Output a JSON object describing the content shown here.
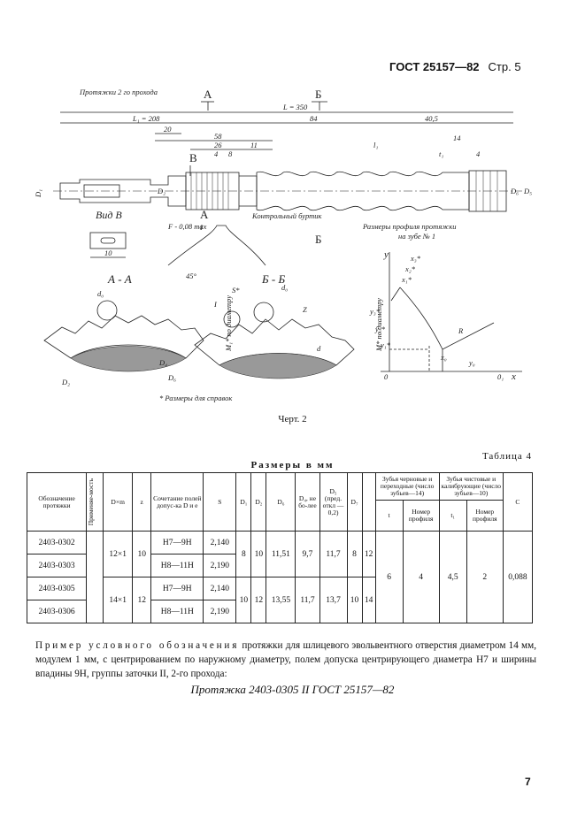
{
  "header": {
    "gost": "ГОСТ 25157—82",
    "page": "Стр. 5"
  },
  "drawing": {
    "title": "Протяжки 2 го прохода",
    "sec_a": "А",
    "sec_b": "Б",
    "arrow_b": "В",
    "dim_L": "L = 350",
    "dim_L1": "L₁ = 208",
    "dim_84": "84",
    "dim_40_5": "40,5",
    "dim_20": "20",
    "dim_58": "58",
    "dim_26": "26",
    "dim_11": "11",
    "dim_4": "4",
    "dim_8": "8",
    "dim_l1": "l₁",
    "dim_14": "14",
    "dim_t1": "t₁",
    "dim_4b": "4",
    "lbl_D1": "D₁",
    "lbl_D2": "D₂",
    "lbl_D6": "D₆",
    "lbl_D5": "D₅",
    "lbl_F": "F - 0,08 max",
    "lbl_I": "I",
    "lbl_control": "Контрольный буртик",
    "lbl_profile_note": "Размеры профиля протяжки",
    "lbl_profile_note2": "на зубе № 1",
    "vid_b": "Вид В",
    "dim_10": "10",
    "dim_45": "45°",
    "aa": "А - А",
    "bb": "Б - Б",
    "lbl_d0": "d₀",
    "lbl_d0b": "d₀",
    "lbl_S": "S*",
    "lbl_Z": "Z",
    "lbl_d": "d",
    "lbl_D4": "D₄",
    "lbl_Dbig": "D₆",
    "lbl_M1": "M₁* по диаметру",
    "lbl_M": "M* по диаметру",
    "lbl_I2": "I",
    "note_ref": "* Размеры для справок",
    "ax_y": "у",
    "ax_x": "х",
    "ax_o": "0",
    "ax_x3": "x₃*",
    "ax_x2": "x₂*",
    "ax_x1": "x₁*",
    "ax_y3": "y₃*",
    "ax_y2": "y₂*",
    "ax_y1": "y₁*",
    "ax_R": "R",
    "ax_x0": "x₀",
    "ax_y0": "y₀",
    "ax_01": "0₁"
  },
  "figure_caption": "Черт. 2",
  "table": {
    "label": "Таблица 4",
    "caption": "Размеры в мм",
    "headers": {
      "designation": "Обозначение протяжки",
      "applicability": "Применяе-мость",
      "dxm": "D×m",
      "z": "z",
      "fields": "Сочетание полей допус-ка D и e",
      "s": "S",
      "d1": "D₁",
      "d2": "D₂",
      "d6": "D₆",
      "d4": "D₄, не бо-лее",
      "d5": "D₅ (пред. откл —0,2)",
      "d7": "D₇",
      "rough_group": "Зубья черновые и переходные (число зубьев—14)",
      "finish_group": "Зубья чистовые и калибрующие (число зубьев—10)",
      "t": "t",
      "profile": "Номер профиля",
      "t1": "t₁",
      "profile2": "Номер профиля",
      "c": "C"
    },
    "rows": [
      {
        "designation": "2403-0302",
        "fields": "H7—9H",
        "s": "2,140"
      },
      {
        "designation": "2403-0303",
        "fields": "H8—11H",
        "s": "2,190"
      },
      {
        "designation": "2403-0305",
        "fields": "H7—9H",
        "s": "2,140"
      },
      {
        "designation": "2403-0306",
        "fields": "H8—11H",
        "s": "2,190"
      }
    ],
    "group1": {
      "dxm": "12×1",
      "z": "10",
      "d1": "8",
      "d2": "10",
      "d6": "11,51",
      "d4": "9,7",
      "d5": "11,7",
      "d7": "8",
      "col12": "12"
    },
    "group2": {
      "dxm": "14×1",
      "z": "12",
      "d1": "10",
      "d2": "12",
      "d6": "13,55",
      "d4": "11,7",
      "d5": "13,7",
      "d7": "10",
      "col12": "14"
    },
    "common": {
      "t": "6",
      "profile": "4",
      "t1": "4,5",
      "profile2": "2",
      "c": "0,088"
    }
  },
  "paragraph": {
    "lead": "Пример условного обозначения",
    "text": " протяжки для шлицевого эвольвентного отверстия диаметром 14 мм, модулем 1 мм, с центрированием по наружному диаметру, полем допуска центрирующего диаметра H7 и ширины впадины 9H, группы заточки II, 2-го прохода:"
  },
  "example": "Протяжка 2403-0305 II ГОСТ 25157—82",
  "page_number": "7"
}
